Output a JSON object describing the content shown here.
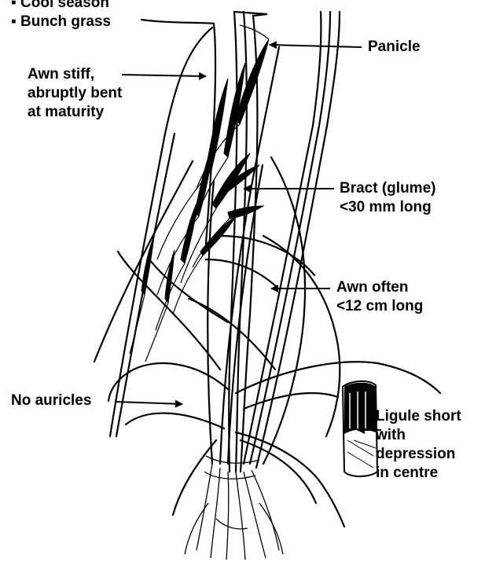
{
  "header": {
    "bullets": [
      "▪ Cool season",
      "▪ Bunch grass"
    ]
  },
  "labels": {
    "panicle": "Panicle",
    "awn_stiff": [
      "Awn stiff,",
      "abruptly bent",
      "at maturity"
    ],
    "bract": [
      "Bract (glume)",
      "<30 mm long"
    ],
    "awn_length": [
      "Awn often",
      "<12 cm long"
    ],
    "no_auricles": "No auricles",
    "ligule": [
      "Ligule short",
      "with",
      "depression",
      "in centre"
    ]
  },
  "colors": {
    "ink": "#000000",
    "background": "#ffffff"
  }
}
